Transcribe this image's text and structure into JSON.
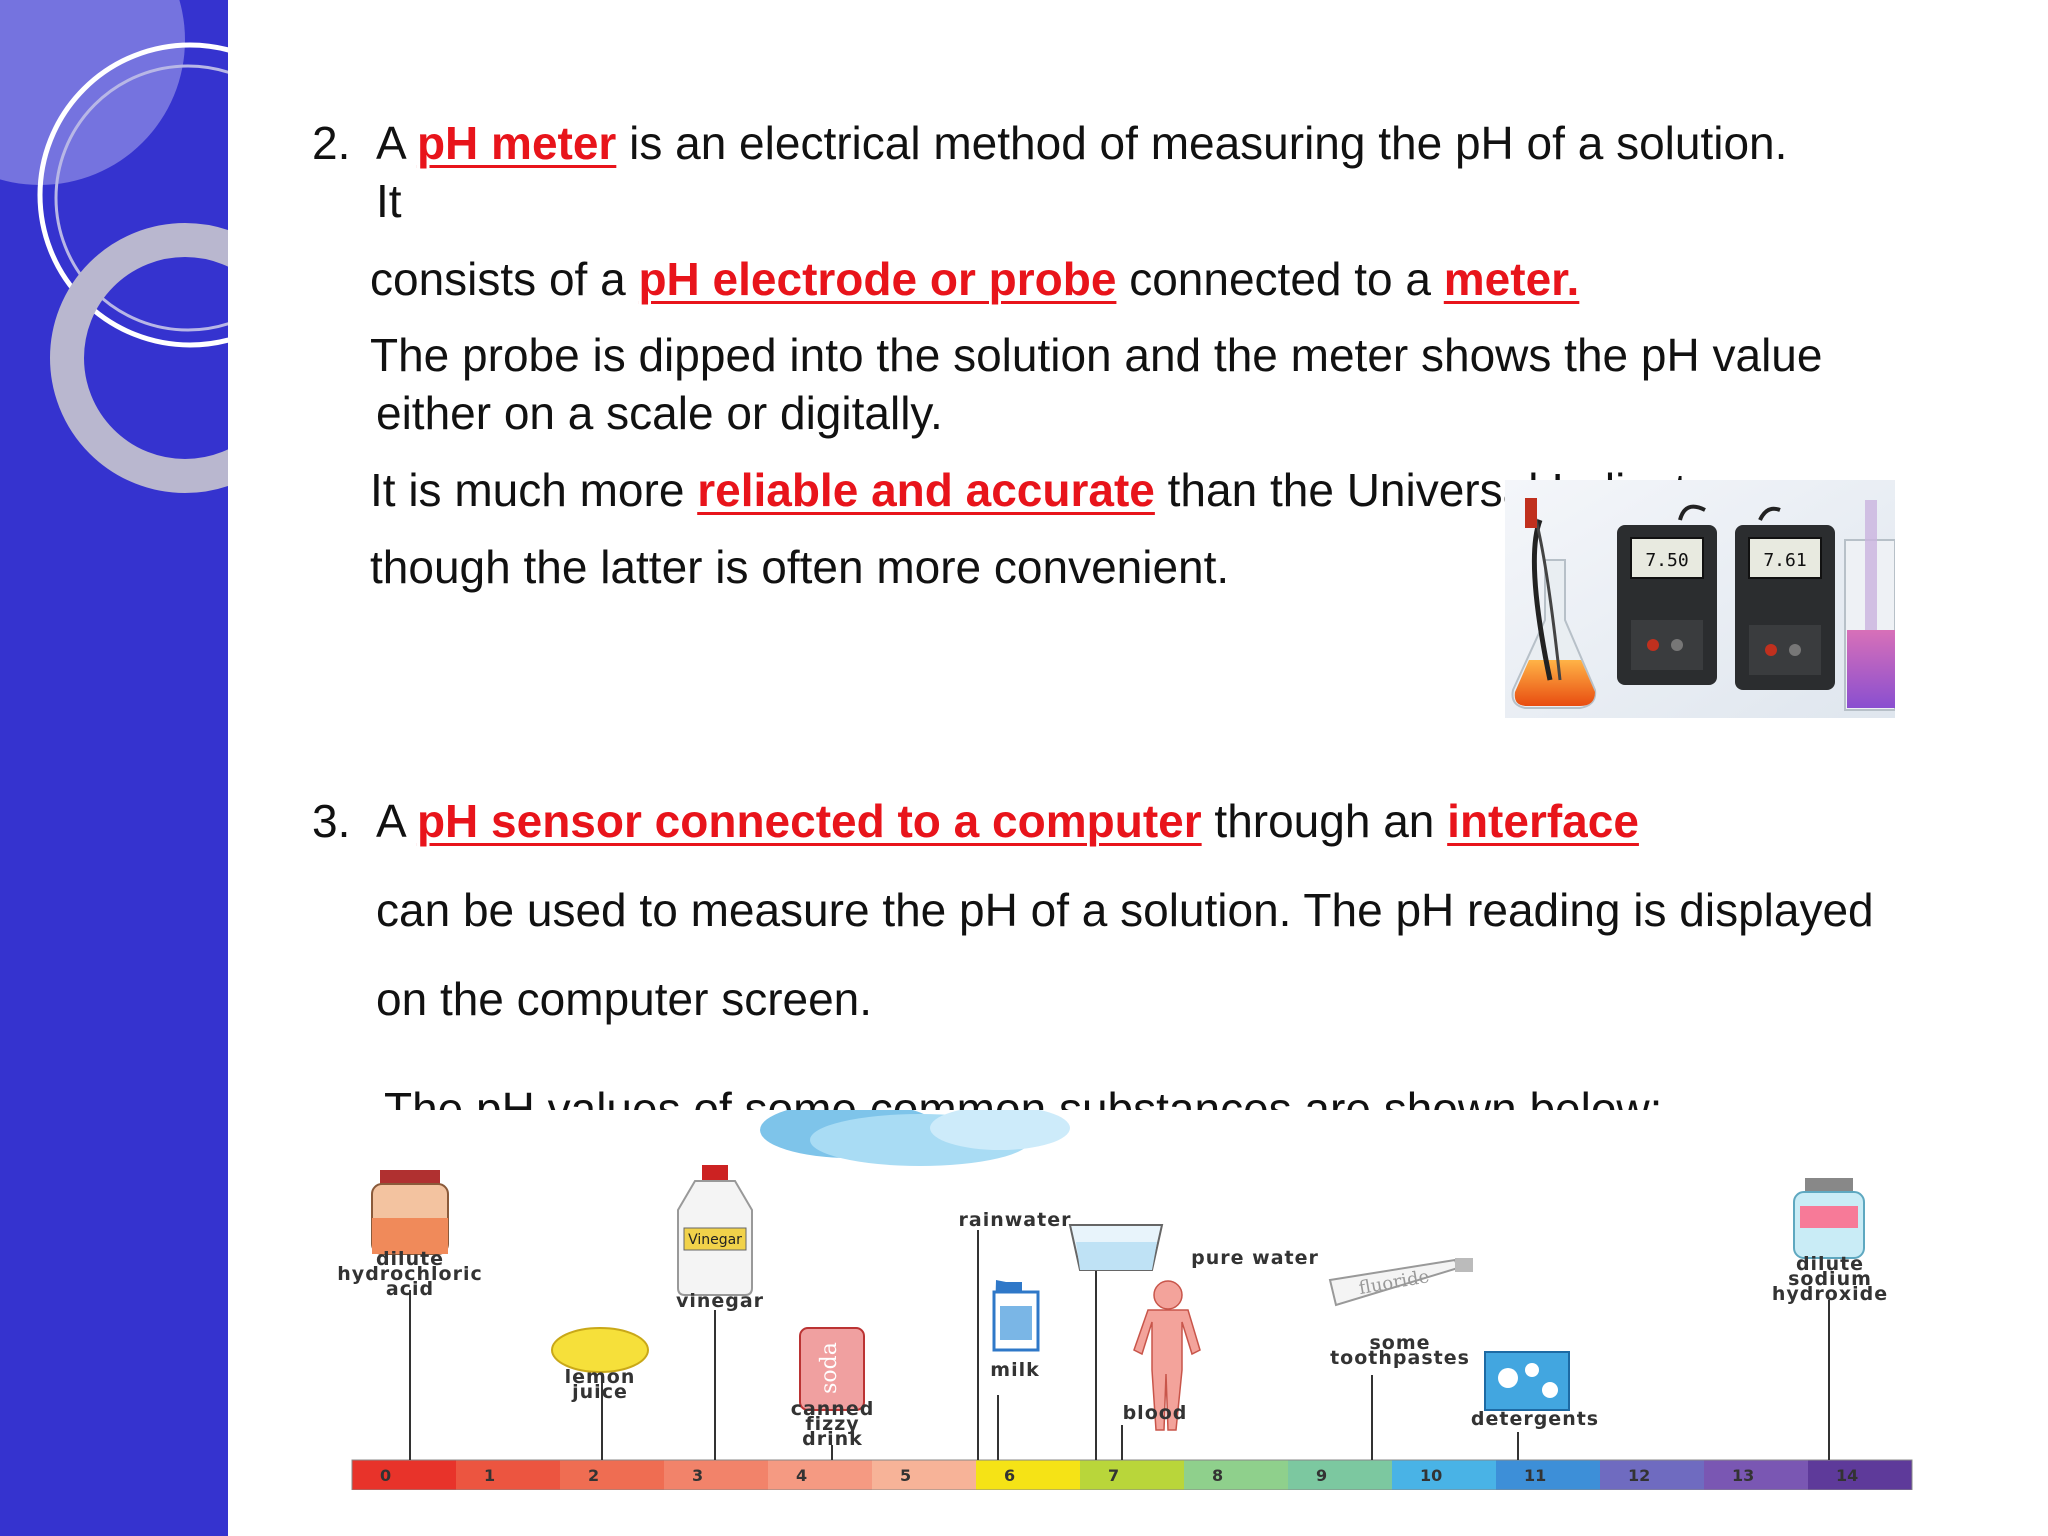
{
  "item2": {
    "number": "2.",
    "line1_a": "A ",
    "line1_hl": "pH meter",
    "line1_b": " is an electrical method of measuring the pH of a solution.",
    "line2": "It",
    "line3_a": "consists of a ",
    "line3_hl1": "pH electrode or probe",
    "line3_b": " connected to a ",
    "line3_hl2": "meter.",
    "line4": "The probe is dipped into the solution and the meter shows the pH value",
    "line5": "either on a scale or digitally.",
    "line6_a": "It is much more ",
    "line6_hl": "reliable and accurate",
    "line6_b": " than the Universal Indicator",
    "line7": "though the latter is often more convenient."
  },
  "photo": {
    "meter1_reading": "7.50",
    "meter2_reading": "7.61"
  },
  "item3": {
    "number": "3.",
    "line1_a": "A ",
    "line1_hl1": "pH sensor connected to a computer",
    "line1_b": " through an ",
    "line1_hl2": "interface",
    "line2": "can be used to measure the pH of a solution. The pH reading is displayed",
    "line3": "on the computer screen."
  },
  "caption": "The pH values of some common substances are shown below:",
  "ph_scale": {
    "ticks": [
      "0",
      "1",
      "2",
      "3",
      "4",
      "5",
      "6",
      "7",
      "8",
      "9",
      "10",
      "11",
      "12",
      "13",
      "14"
    ],
    "colors": [
      "#e8332a",
      "#ec5540",
      "#ef6d52",
      "#f2836a",
      "#f59a82",
      "#f7b398",
      "#f5e316",
      "#b9d63a",
      "#8fd08c",
      "#7cc8a0",
      "#49b3e6",
      "#3d8fd8",
      "#6f6bc0",
      "#7a57b3",
      "#5e3a9a"
    ],
    "substances": {
      "hcl": [
        "dilute",
        "hydrochloric",
        "acid"
      ],
      "lemon": [
        "lemon",
        "juice"
      ],
      "vinegar": "vinegar",
      "vinegar_label": "Vinegar",
      "soda": [
        "canned",
        "fizzy",
        "drink"
      ],
      "soda_label": "soda",
      "rainwater": "rainwater",
      "milk": "milk",
      "pure_water": "pure water",
      "blood": "blood",
      "toothpaste": [
        "some",
        "toothpastes"
      ],
      "toothpaste_label": "fluoride",
      "detergents": "detergents",
      "naoh": [
        "dilute",
        "sodium",
        "hydroxide"
      ]
    }
  }
}
